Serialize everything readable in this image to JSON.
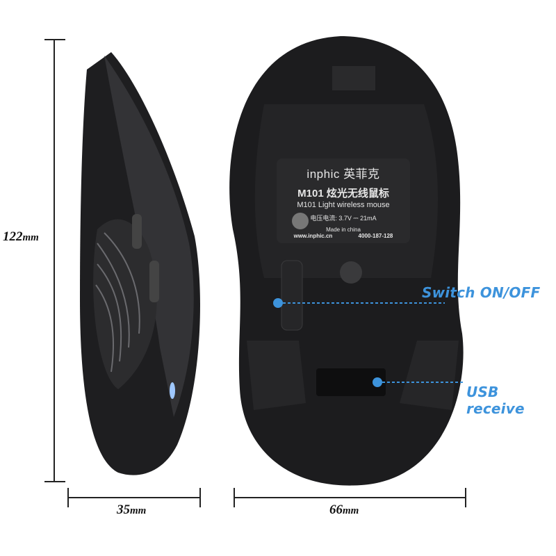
{
  "dimensions": {
    "length": "122",
    "width_side": "35",
    "width_bottom": "66",
    "unit": "mm"
  },
  "callouts": {
    "switch": "Switch ON/OFF",
    "usb": "USB receive"
  },
  "label": {
    "brand": "inphic 英菲克",
    "model_cn": "M101 炫光无线鼠标",
    "model_en": "M101 Light wireless mouse",
    "spec": "电压电流: 3.7V ⎓ 21mA",
    "made": "Made in china",
    "website": "www.inphic.cn",
    "phone": "4000-187-128"
  },
  "colors": {
    "accent": "#3d93dc",
    "mouse": "#1c1c1e",
    "plate": "#2a2a2c"
  }
}
